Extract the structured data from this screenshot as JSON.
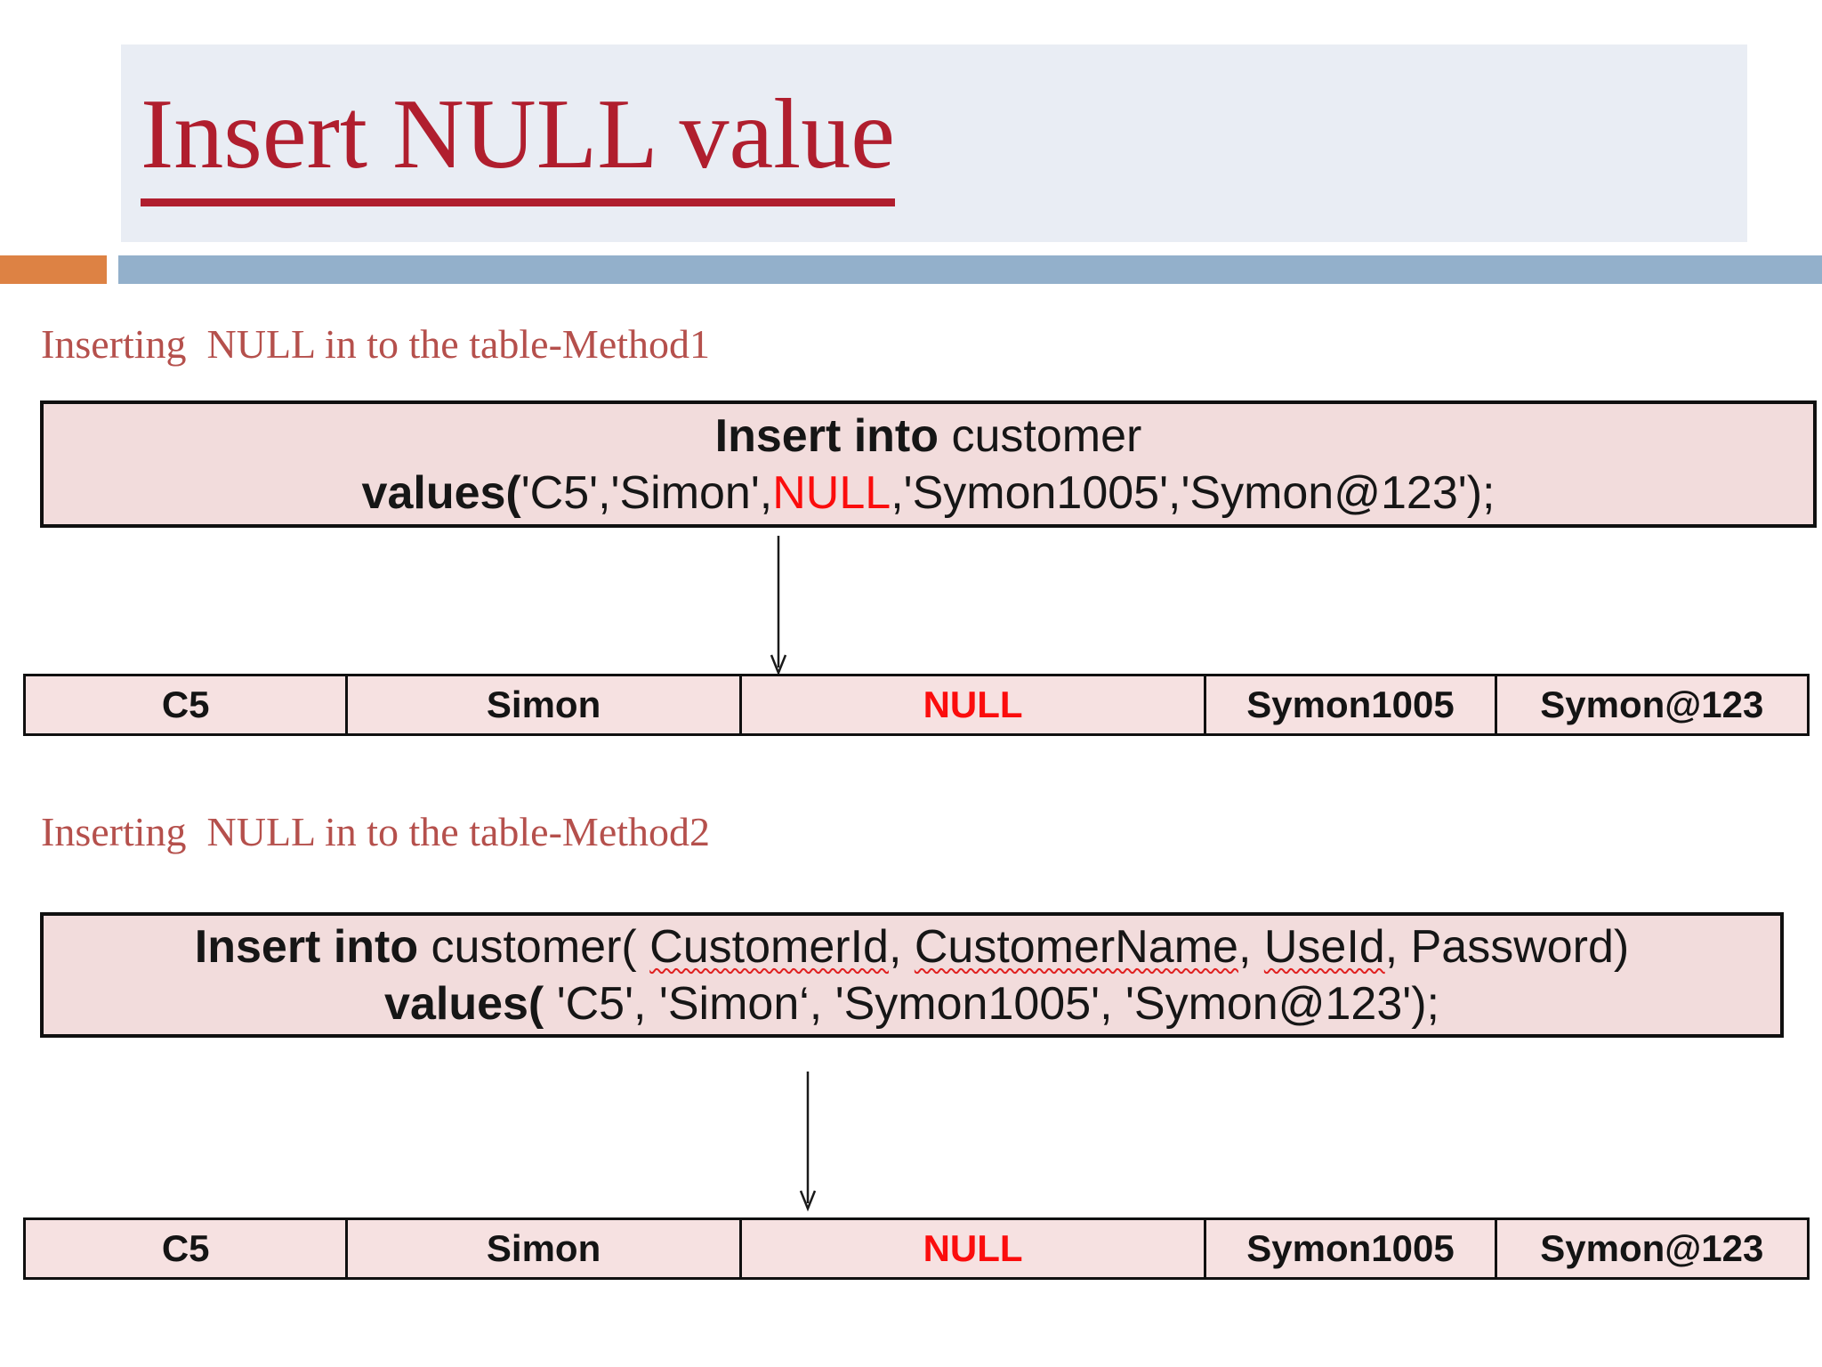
{
  "slide": {
    "title": "Insert NULL value"
  },
  "colors": {
    "title_red": "#b01e2e",
    "heading_red": "#b5504c",
    "bar_orange": "#dd8244",
    "bar_blue": "#93b0cb",
    "title_block_bg": "#e9edf4",
    "box_bg": "#f2dcdc",
    "cell_bg": "#f6e1e1",
    "null_red": "#fb0d0d"
  },
  "method1": {
    "heading": "Inserting  NULL in to the table-Method1",
    "sql": {
      "line1_bold": "Insert into",
      "line1_rest": " customer",
      "line2_bold": "values(",
      "line2_pre_null": "'C5','Simon',",
      "line2_null": "NULL",
      "line2_post_null": ",'Symon1005','Symon@123');"
    }
  },
  "method2": {
    "heading": "Inserting  NULL in to the table-Method2",
    "sql": {
      "line1_bold": "Insert into",
      "line1_seg1": " customer( ",
      "line1_col1": "CustomerId",
      "line1_sep1": ", ",
      "line1_col2": "CustomerName",
      "line1_sep2": ", ",
      "line1_col3": "UseId",
      "line1_sep3": ", Password)",
      "line2_bold": "values(",
      "line2_rest": " 'C5', 'Simon‘, 'Symon1005', 'Symon@123');"
    }
  },
  "result_table": {
    "columns": [
      "C5",
      "Simon",
      "NULL",
      "Symon1005",
      "Symon@123"
    ]
  }
}
